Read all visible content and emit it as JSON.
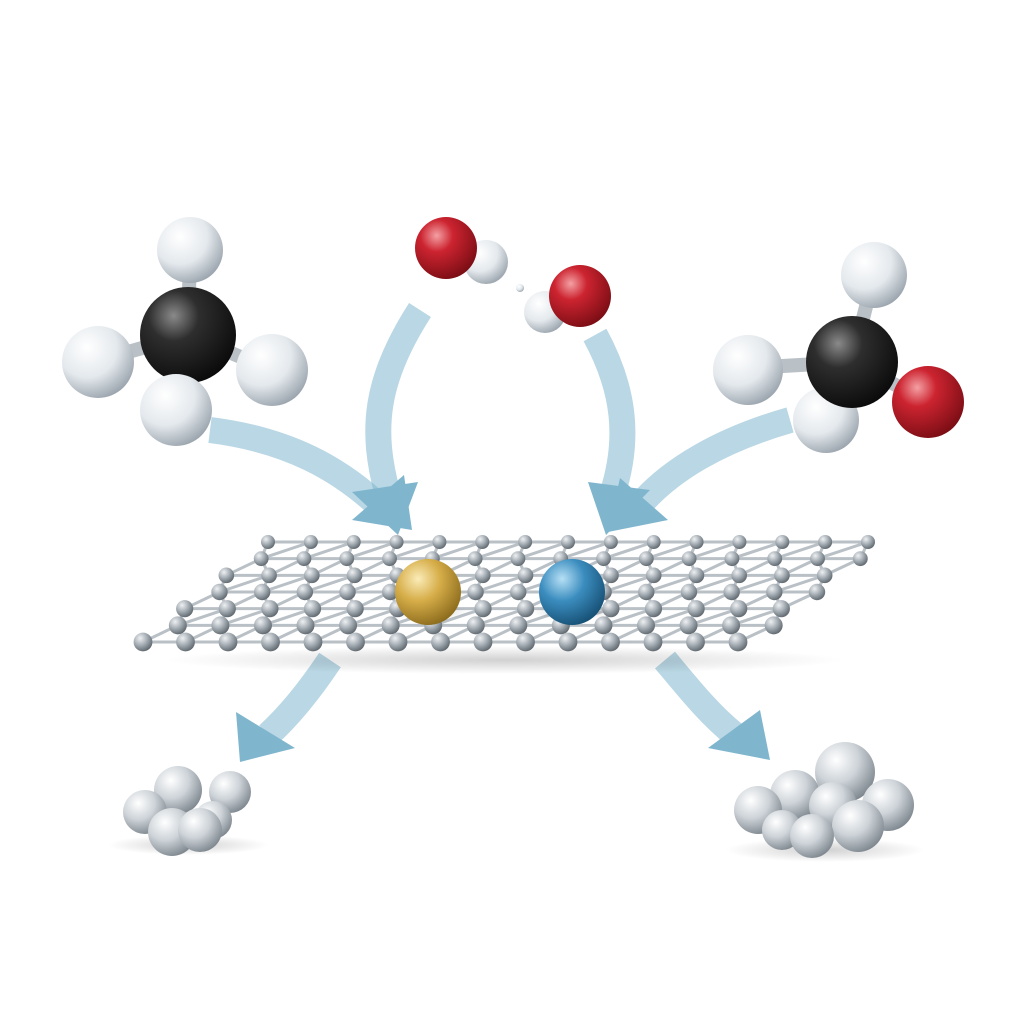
{
  "diagram": {
    "background": "#ffffff",
    "arrow_color": "#7fb6ce",
    "atom_colors": {
      "carbon": "#2a2a2a",
      "hydrogen": "#e9edf0",
      "oxygen": "#c8202a",
      "lattice": "#9ba3aa",
      "cluster": "#cfd5da",
      "dopant_gold": "#d9b24a",
      "dopant_blue": "#3f8fbf"
    },
    "molecules": [
      {
        "name": "methane",
        "atoms": [
          "C",
          "H",
          "H",
          "H",
          "H"
        ]
      },
      {
        "name": "water-pair",
        "atoms": [
          "O",
          "H",
          "O",
          "H"
        ]
      },
      {
        "name": "carbonyl",
        "atoms": [
          "C",
          "O",
          "H",
          "H",
          "H"
        ]
      }
    ],
    "substrate": {
      "kind": "hexagonal-lattice",
      "dopants": [
        "gold-atom",
        "blue-atom"
      ]
    },
    "products": [
      "left-cluster",
      "right-cluster"
    ]
  }
}
